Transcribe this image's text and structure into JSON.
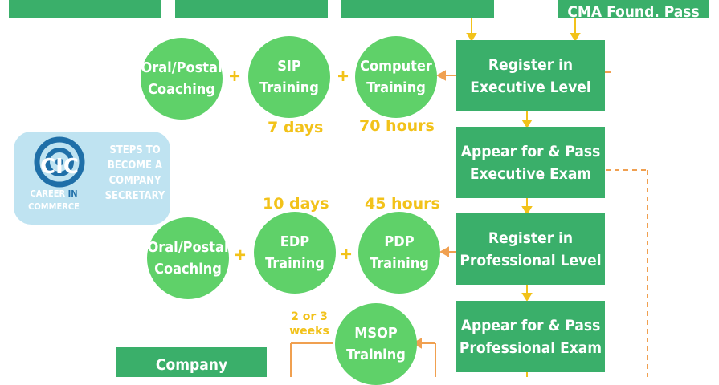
{
  "boxes": {
    "top_right": "CMA Found. Pass",
    "register_executive": "Register in\nExecutive Level",
    "appear_executive": "Appear for & Pass\nExecutive Exam",
    "register_professional": "Register in\nProfessional Level",
    "appear_professional": "Appear for & Pass\nProfessional Exam",
    "company": "Company"
  },
  "circles": {
    "oral_postal_1": "Oral/Postal\nCoaching",
    "sip": "SIP\nTraining",
    "computer": "Computer\nTraining",
    "oral_postal_2": "Oral/Postal\nCoaching",
    "edp": "EDP\nTraining",
    "pdp": "PDP\nTraining",
    "msop": "MSOP\nTraining"
  },
  "durations": {
    "sip": "7 days",
    "computer": "70 hours",
    "edp": "10 days",
    "pdp": "45 hours",
    "msop": "2 or 3\nweeks"
  },
  "plus_sign": "+",
  "logo": {
    "steps_text": "STEPS TO\nBECOME A\nCOMPANY\nSECRETARY",
    "career": "CAREER",
    "in": "IN",
    "commerce": "COMMERCE",
    "mark": "CIC"
  },
  "colors": {
    "box_green": "#3aaf6a",
    "circle_green": "#5fd169",
    "accent_yellow": "#f2c21a",
    "orange": "#f0a050",
    "logo_blue": "#1f6fa8",
    "logo_bg": "#bfe3f1"
  }
}
